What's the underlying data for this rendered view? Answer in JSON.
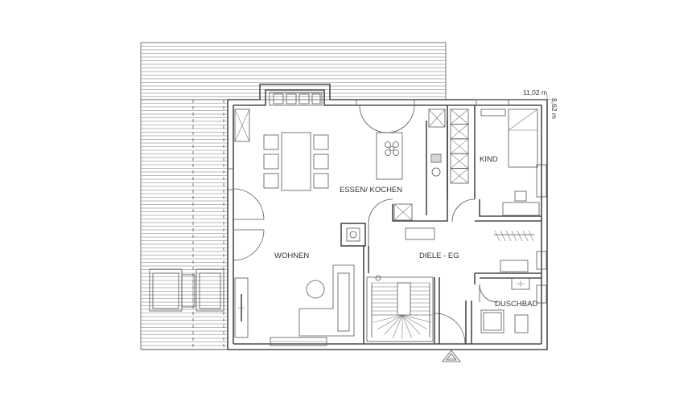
{
  "labels": {
    "width_dim": "11,02 m",
    "depth_dim": "8,62 m",
    "room_essen_kochen": "ESSEN/ KOCHEN",
    "room_kind": "KIND",
    "room_wohnen": "WOHNEN",
    "room_diele": "DIELE - EG",
    "room_duschbad": "DUSCHBAD"
  },
  "icons": {
    "north_arrow": "north-arrow-icon"
  }
}
